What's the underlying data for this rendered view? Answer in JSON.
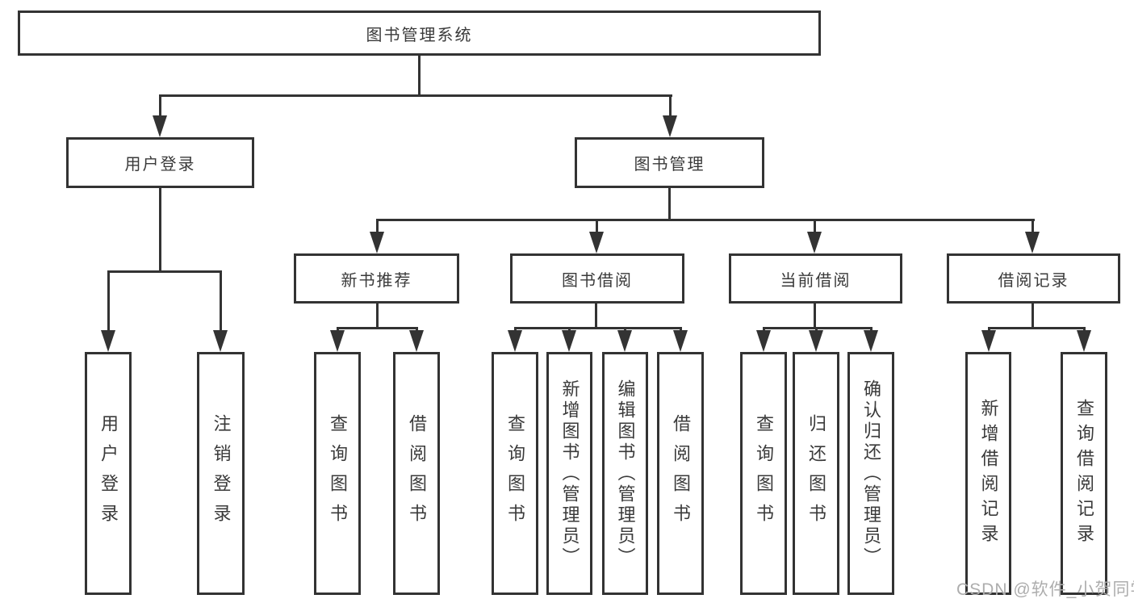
{
  "colors": {
    "line": "#333333",
    "text": "#3a3a3a",
    "watermark": "#adadad",
    "box_bg": "#ffffff"
  },
  "nodes": {
    "root": "图书管理系统",
    "level2": [
      "用户登录",
      "图书管理"
    ],
    "level3": [
      "新书推荐",
      "图书借阅",
      "当前借阅",
      "借阅记录"
    ],
    "leaves": {
      "login": [
        "用户登录",
        "注销登录"
      ],
      "new_books": [
        "查询图书",
        "借阅图书"
      ],
      "borrow": [
        "查询图书",
        "新增图书（管理员）",
        "编辑图书（管理员）",
        "借阅图书"
      ],
      "current": [
        "查询图书",
        "归还图书",
        "确认归还（管理员）"
      ],
      "records": [
        "新增借阅记录",
        "查询借阅记录"
      ]
    }
  },
  "watermark": {
    "text": "CSDN @软件_小贺同学"
  }
}
